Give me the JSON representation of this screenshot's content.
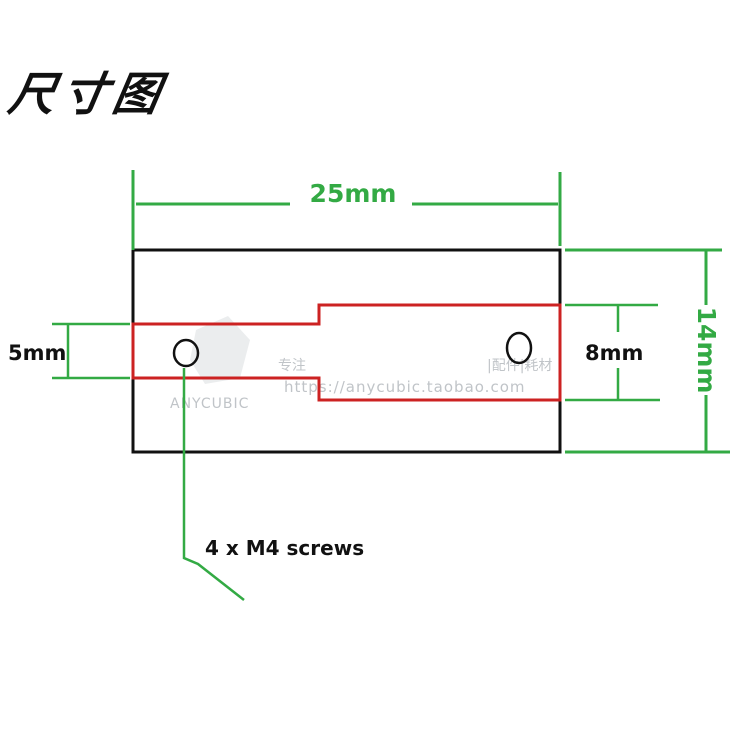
{
  "title": "尺寸图",
  "dimensions": {
    "width_label": "25mm",
    "height_label": "14mm",
    "slot_small_label": "5mm",
    "slot_large_label": "8mm"
  },
  "callout": {
    "label": "4 x M4 screws"
  },
  "watermark": {
    "brand": "ANYCUBIC",
    "shop_cn": "专注",
    "shop_cn_right": "|配件|耗材",
    "url": "https://anycubic.taobao.com"
  },
  "colors": {
    "outline": "#111111",
    "slot": "#cc2222",
    "dimension": "#33aa44",
    "watermark": "#c0c4c8"
  }
}
